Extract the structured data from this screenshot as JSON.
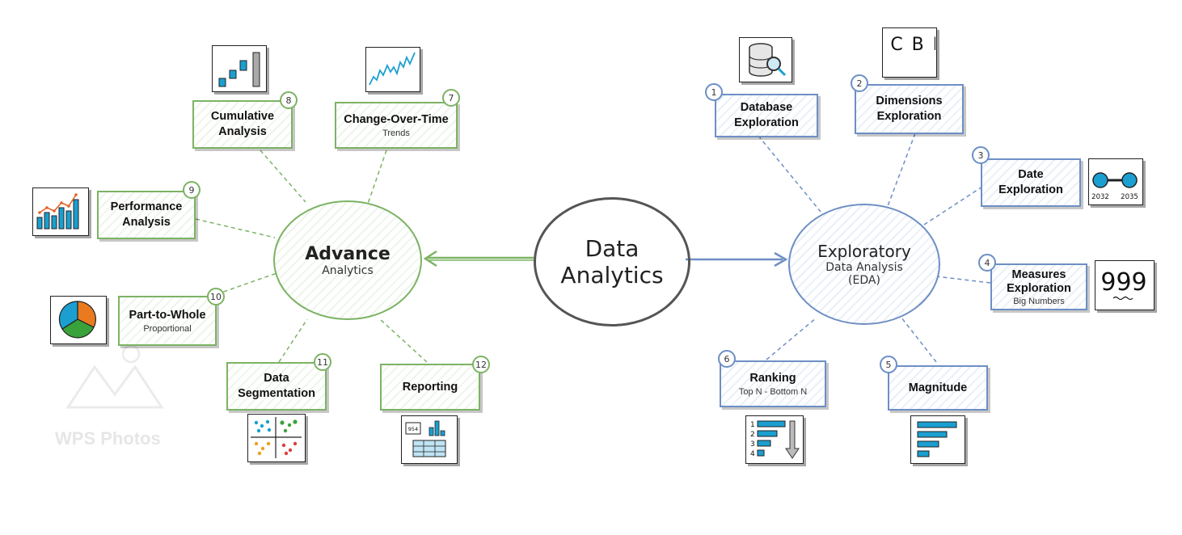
{
  "center": {
    "line1": "Data",
    "line2": "Analytics"
  },
  "advance": {
    "title": "Advance",
    "subtitle": "Analytics"
  },
  "eda": {
    "title": "Exploratory",
    "subtitle": "Data Analysis",
    "abbr": "(EDA)"
  },
  "nodes": [
    {
      "num": "1",
      "title": "Database",
      "title2": "Exploration",
      "sub": ""
    },
    {
      "num": "2",
      "title": "Dimensions",
      "title2": "Exploration",
      "sub": ""
    },
    {
      "num": "3",
      "title": "Date",
      "title2": "Exploration",
      "sub": ""
    },
    {
      "num": "4",
      "title": "Measures",
      "title2": "Exploration",
      "sub": "Big Numbers"
    },
    {
      "num": "5",
      "title": "Magnitude",
      "title2": "",
      "sub": ""
    },
    {
      "num": "6",
      "title": "Ranking",
      "title2": "",
      "sub": "Top N - Bottom N"
    },
    {
      "num": "7",
      "title": "Change-Over-Time",
      "title2": "",
      "sub": "Trends"
    },
    {
      "num": "8",
      "title": "Cumulative",
      "title2": "Analysis",
      "sub": ""
    },
    {
      "num": "9",
      "title": "Performance",
      "title2": "Analysis",
      "sub": ""
    },
    {
      "num": "10",
      "title": "Part-to-Whole",
      "title2": "",
      "sub": "Proportional"
    },
    {
      "num": "11",
      "title": "Data",
      "title2": "Segmentation",
      "sub": ""
    },
    {
      "num": "12",
      "title": "Reporting",
      "title2": "",
      "sub": ""
    }
  ],
  "icons": {
    "letters": "A C B D",
    "date_start": "2032",
    "date_end": "2035",
    "big_number": "999",
    "report_number": "954",
    "ranking_rows": [
      "1",
      "2",
      "3",
      "4"
    ]
  },
  "watermark": "WPS Photos",
  "colors": {
    "green": "#7cb364",
    "blue": "#6d8fc4",
    "center": "#555555"
  }
}
